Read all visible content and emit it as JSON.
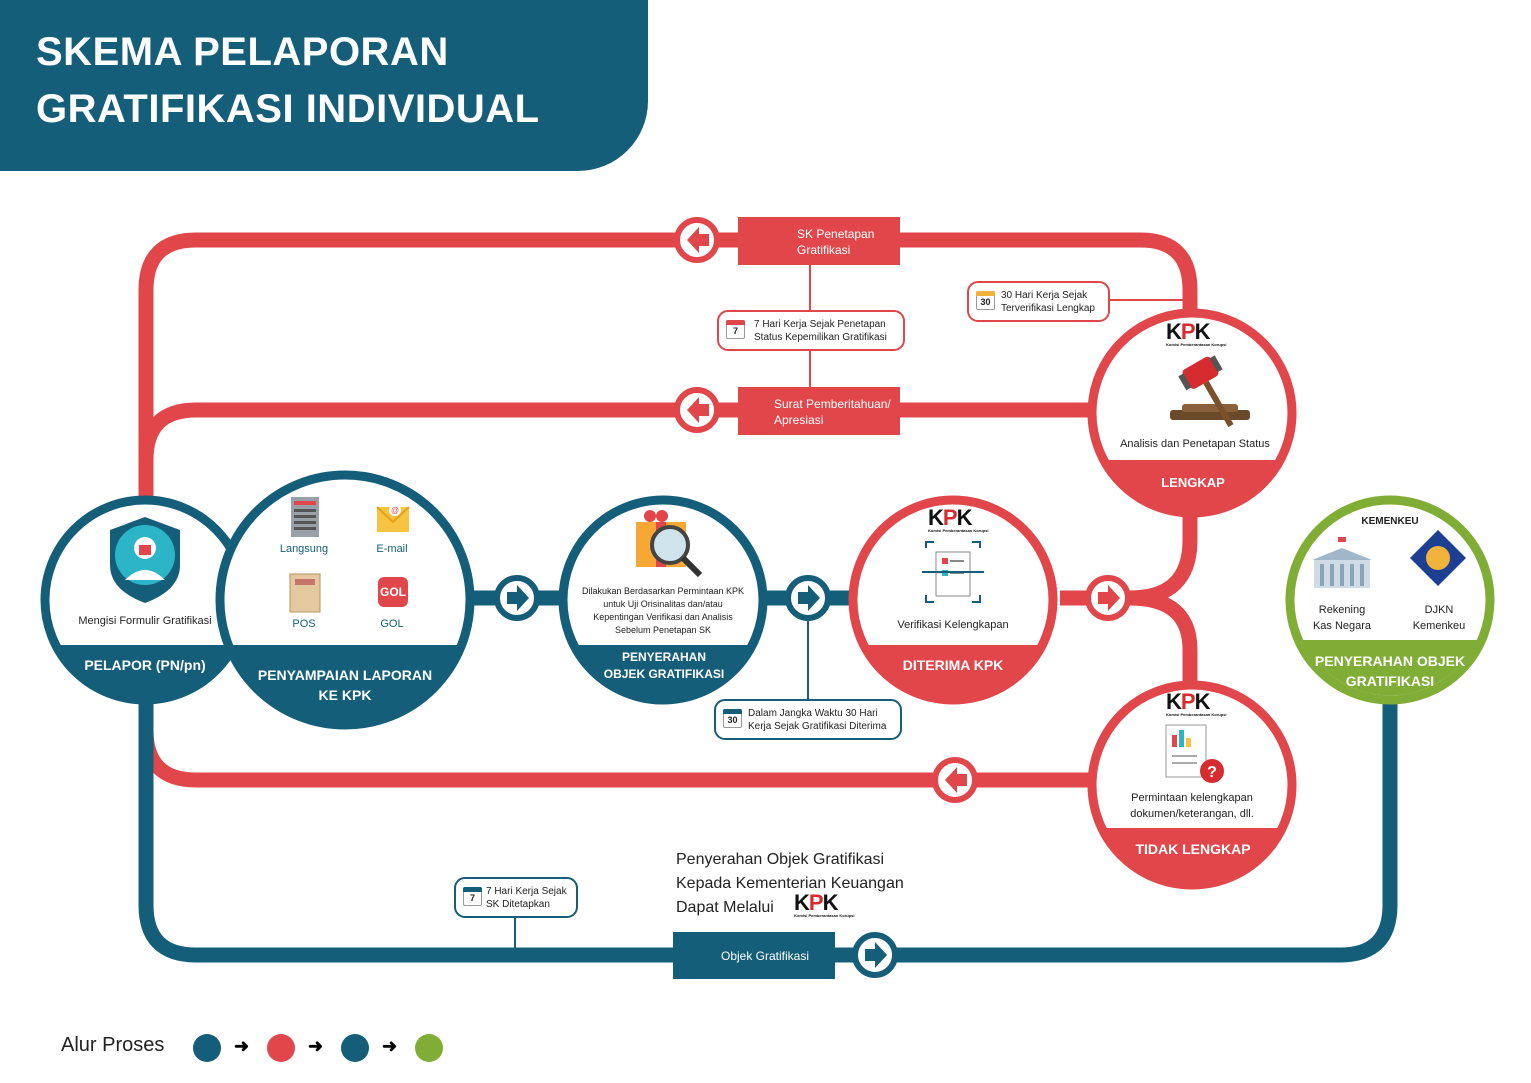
{
  "title": {
    "line1": "SKEMA PELAPORAN",
    "line2": "GRATIFIKASI INDIVIDUAL"
  },
  "colors": {
    "teal": "#155e79",
    "red": "#e1474a",
    "green": "#7fad36",
    "white": "#ffffff"
  },
  "nodes": {
    "pelapor": {
      "caption": "Mengisi Formulir Gratifikasi",
      "label": "PELAPOR (PN/pn)"
    },
    "penyampaian": {
      "label_line1": "PENYAMPAIAN LAPORAN",
      "label_line2": "KE KPK",
      "channels": {
        "langsung": "Langsung",
        "email": "E-mail",
        "pos": "POS",
        "gol": "GOL",
        "gol_logo": "GOL"
      }
    },
    "penyerahan": {
      "caption_lines": [
        "Dilakukan Berdasarkan Permintaan KPK",
        "untuk Uji Orisinalitas dan/atau",
        "Kepentingan Verifikasi dan Analisis",
        "Sebelum Penetapan SK"
      ],
      "label_line1": "PENYERAHAN",
      "label_line2": "OBJEK GRATIFIKASI"
    },
    "diterima": {
      "caption": "Verifikasi Kelengkapan",
      "label": "DITERIMA KPK"
    },
    "lengkap": {
      "caption": "Analisis dan Penetapan Status",
      "label": "LENGKAP"
    },
    "tidak_lengkap": {
      "caption_line1": "Permintaan kelengkapan",
      "caption_line2": "dokumen/keterangan, dll.",
      "label": "TIDAK LENGKAP"
    },
    "objek": {
      "top_label": "KEMENKEU",
      "rekening_line1": "Rekening",
      "rekening_line2": "Kas Negara",
      "djkn_line1": "DJKN",
      "djkn_line2": "Kemenkeu",
      "label_line1": "PENYERAHAN OBJEK",
      "label_line2": "GRATIFIKASI"
    }
  },
  "kpk_logo": {
    "text": "KPK",
    "subtitle": "Komisi Pemberantasan Korupsi"
  },
  "tags": {
    "sk": {
      "line1": "SK Penetapan",
      "line2": "Gratifikasi"
    },
    "surat": {
      "line1": "Surat Pemberitahuan/",
      "line2": "Apresiasi"
    },
    "objek_gratifikasi": "Objek Gratifikasi"
  },
  "notes": {
    "hari7_penetapan": {
      "day": "7",
      "line1": "7 Hari Kerja Sejak Penetapan",
      "line2": "Status Kepemilikan Gratifikasi"
    },
    "hari30_verifikasi": {
      "day": "30",
      "line1": "30 Hari Kerja Sejak",
      "line2": "Terverifikasi Lengkap"
    },
    "hari30_diterima": {
      "day": "30",
      "line1": "Dalam Jangka Waktu 30 Hari",
      "line2": "Kerja Sejak Gratifikasi Diterima"
    },
    "hari7_sk": {
      "day": "7",
      "line1": "7 Hari Kerja Sejak",
      "line2": "SK Ditetapkan"
    }
  },
  "delivery_text": {
    "line1": "Penyerahan Objek Gratifikasi",
    "line2": "Kepada Kementerian Keuangan",
    "line3": "Dapat Melalui"
  },
  "legend": {
    "label": "Alur Proses",
    "sequence": [
      "teal",
      "red",
      "teal",
      "green"
    ]
  }
}
